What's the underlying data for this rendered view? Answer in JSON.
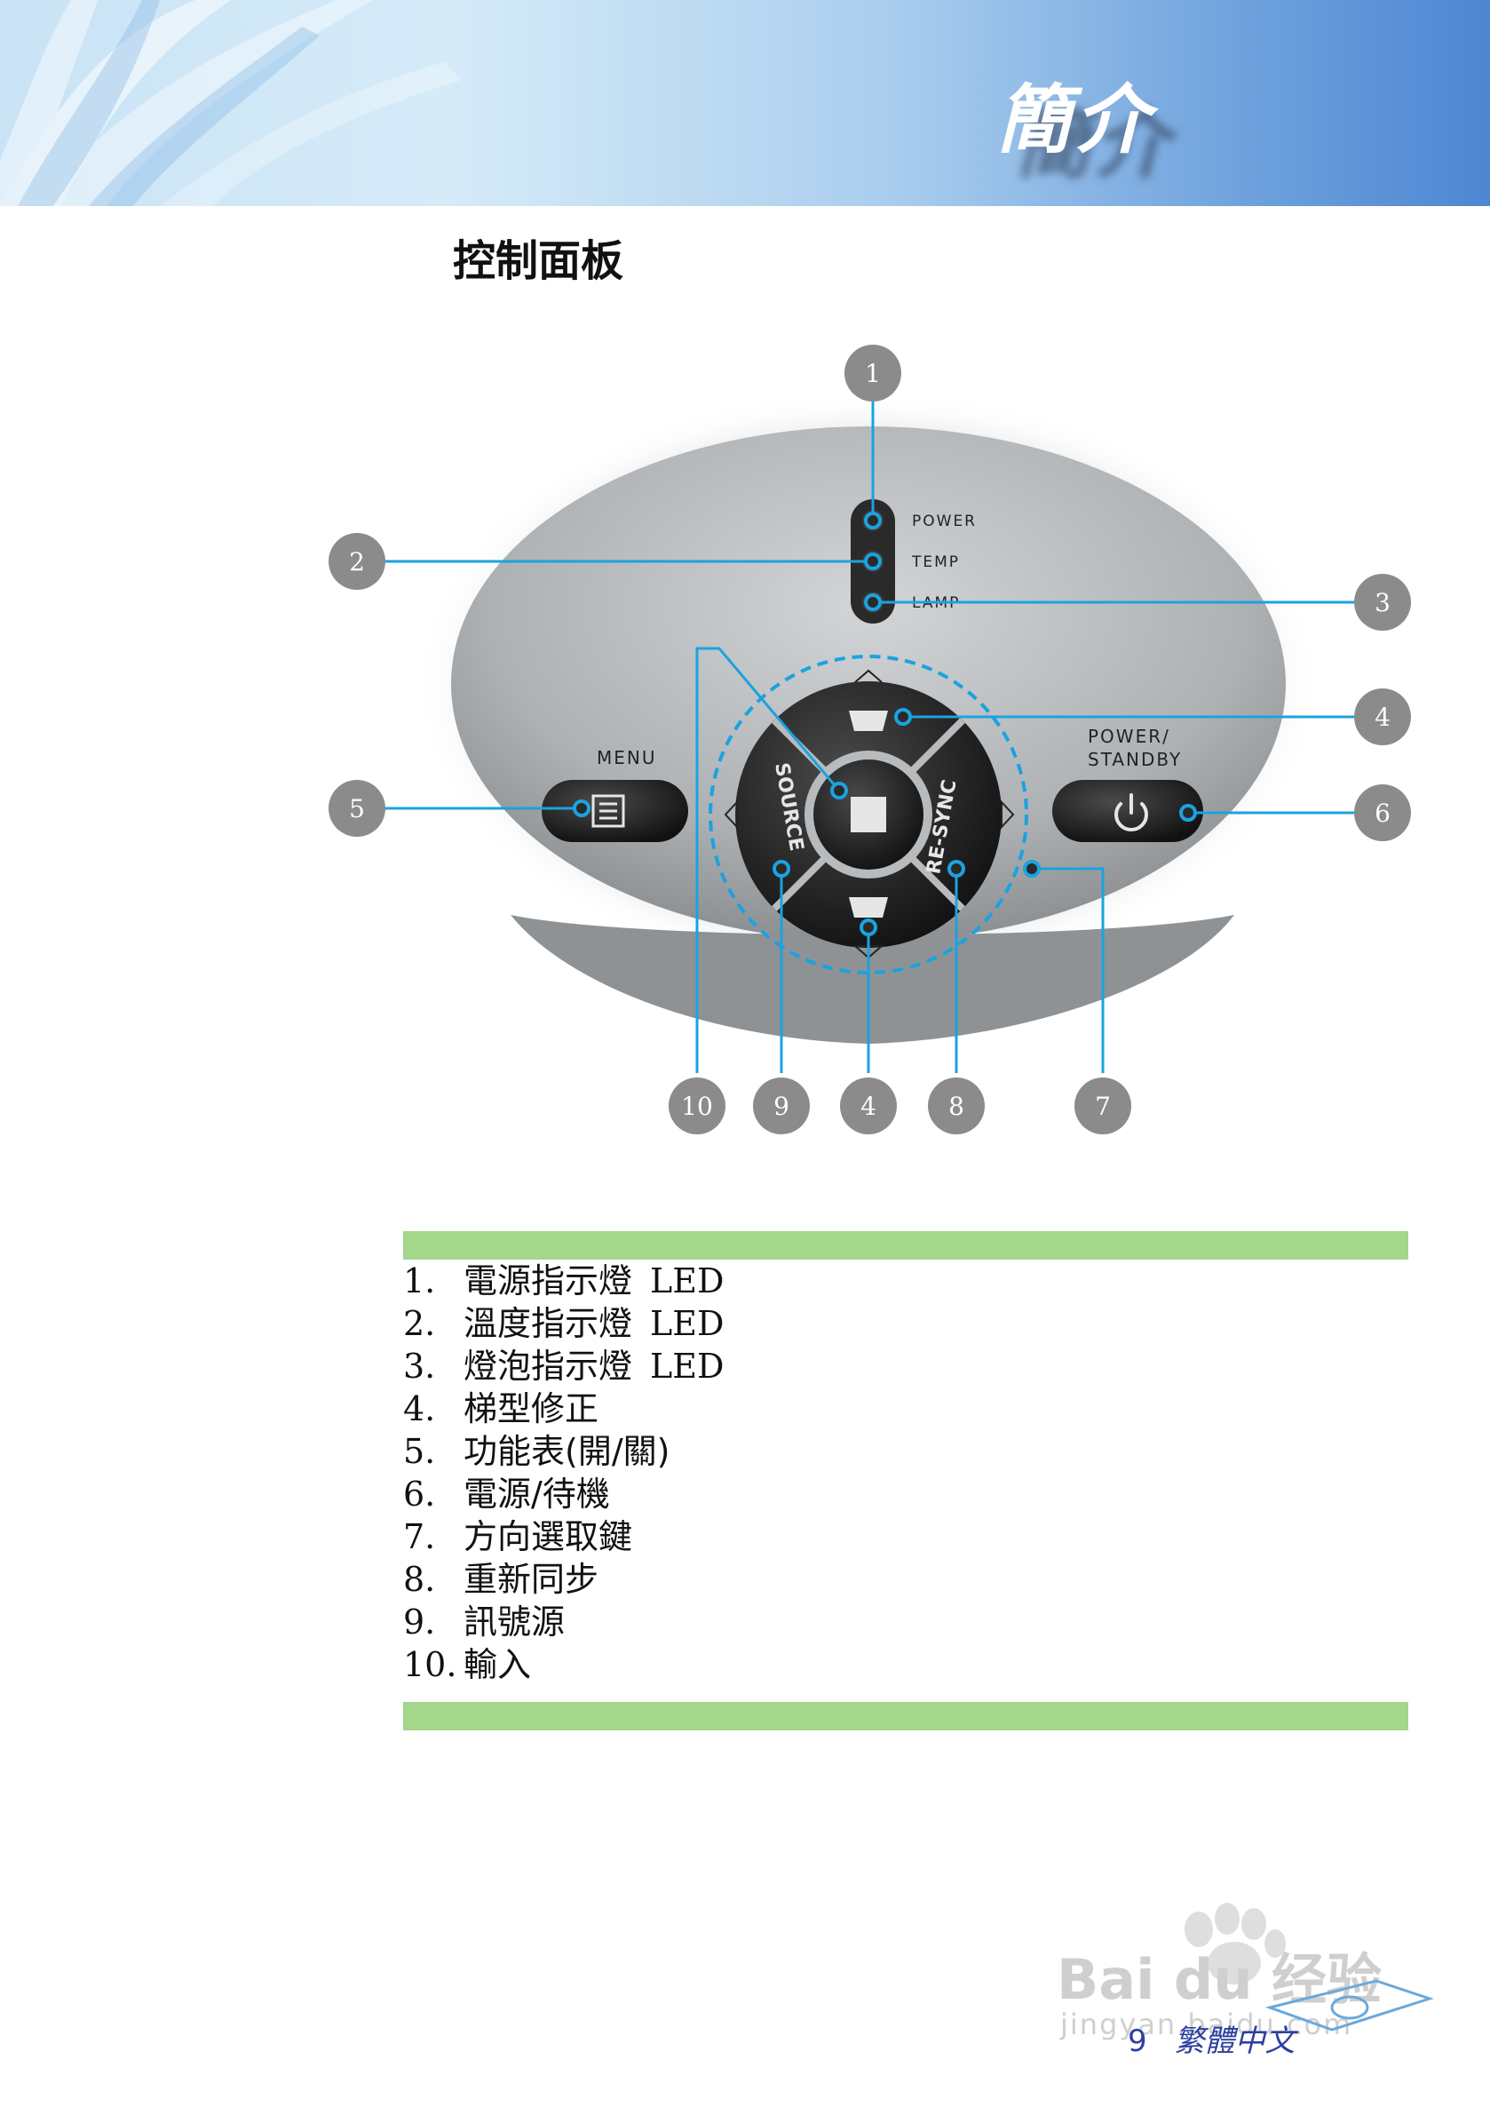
{
  "header": {
    "title": "簡介"
  },
  "section_title": "控制面板",
  "panel": {
    "labels": {
      "power": "POWER",
      "temp": "TEMP",
      "lamp": "LAMP",
      "menu": "MENU",
      "power_standby_1": "POWER/",
      "power_standby_2": "STANDBY",
      "source": "SOURCE",
      "resync": "RE-SYNC"
    },
    "callouts": [
      "1",
      "2",
      "3",
      "4",
      "5",
      "6",
      "7",
      "8",
      "9",
      "10",
      "4"
    ],
    "colors": {
      "callout_fill": "#8b8b8b",
      "pointer_line": "#1aa3e0",
      "body": "#b8bbbe",
      "button": "#1a1a1a"
    }
  },
  "legend": [
    {
      "num": "1.",
      "text": "電源指示燈",
      "suffix": "LED"
    },
    {
      "num": "2.",
      "text": "溫度指示燈",
      "suffix": "LED"
    },
    {
      "num": "3.",
      "text": "燈泡指示燈",
      "suffix": "LED"
    },
    {
      "num": "4.",
      "text": "梯型修正",
      "suffix": ""
    },
    {
      "num": "5.",
      "text": "功能表(開/關)",
      "suffix": ""
    },
    {
      "num": "6.",
      "text": "電源/待機",
      "suffix": ""
    },
    {
      "num": "7.",
      "text": "方向選取鍵",
      "suffix": ""
    },
    {
      "num": "8.",
      "text": "重新同步",
      "suffix": ""
    },
    {
      "num": "9.",
      "text": "訊號源",
      "suffix": ""
    },
    {
      "num": "10.",
      "text": "輸入",
      "suffix": ""
    }
  ],
  "watermark": {
    "brand": "Bai du 经验",
    "url": "jingyan.baidu.com"
  },
  "footer": {
    "page_number": "9",
    "language": "繁體中文"
  },
  "accent_colors": {
    "header_blue": "#4f86d2",
    "green_bar": "#a4d68c",
    "footer_text": "#2c3fa0"
  }
}
